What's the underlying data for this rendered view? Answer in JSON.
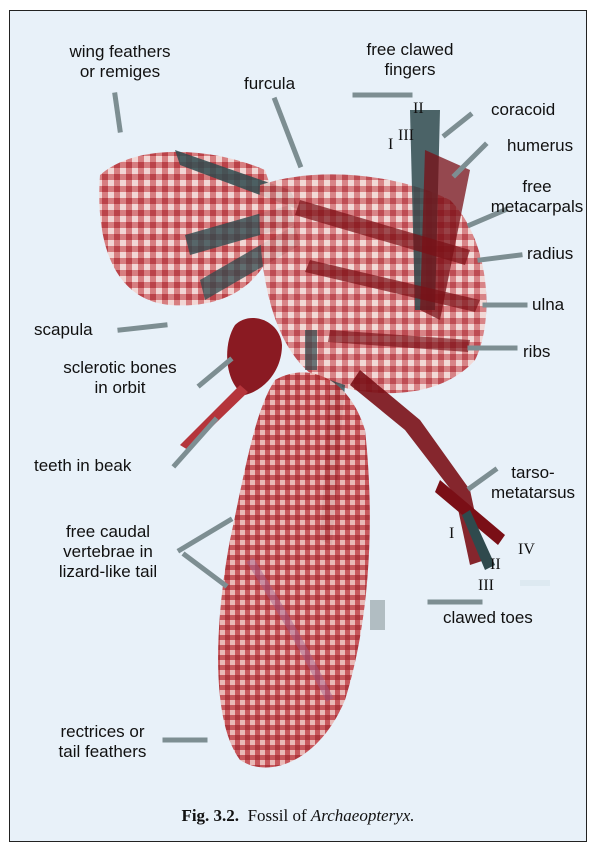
{
  "labels": {
    "wing_feathers_1": "wing feathers",
    "wing_feathers_2": "or remiges",
    "furcula": "furcula",
    "free_clawed_1": "free clawed",
    "free_clawed_2": "fingers",
    "coracoid": "coracoid",
    "humerus": "humerus",
    "free_meta_1": "free",
    "free_meta_2": "metacarpals",
    "radius": "radius",
    "ulna": "ulna",
    "ribs": "ribs",
    "scapula": "scapula",
    "sclerotic_1": "sclerotic bones",
    "sclerotic_2": "in orbit",
    "teeth": "teeth in beak",
    "tarso_1": "tarso-",
    "tarso_2": "metatarsus",
    "caudal_1": "free caudal",
    "caudal_2": "vertebrae in",
    "caudal_3": "lizard-like tail",
    "clawed_toes": "clawed toes",
    "rectrices_1": "rectrices or",
    "rectrices_2": "tail feathers"
  },
  "numerals": {
    "finger_I": "I",
    "finger_II": "II",
    "finger_III": "III",
    "toe_I": "I",
    "toe_II": "II",
    "toe_III": "III",
    "toe_IV": "IV"
  },
  "caption": {
    "number": "Fig. 3.2.",
    "text": "Fossil of ",
    "italic": "Archaeopteryx."
  },
  "colors": {
    "background": "#e8f1f9",
    "fossil_red": "#b5353b",
    "fossil_dark_red": "#7a0f16",
    "fossil_teal": "#2f4a4d",
    "fossil_pink": "#e6b3b3"
  }
}
